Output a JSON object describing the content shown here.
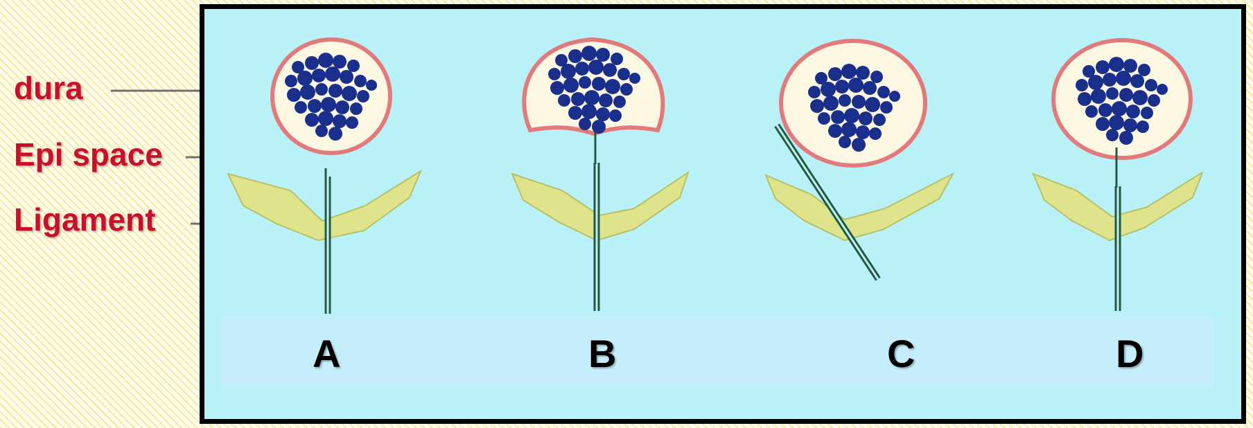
{
  "labels": {
    "dura": "dura",
    "epidural_space": "Epi space",
    "ligament": "Ligament"
  },
  "stages": [
    {
      "letter": "A"
    },
    {
      "letter": "B"
    },
    {
      "letter": "C"
    },
    {
      "letter": "D"
    }
  ],
  "colors": {
    "label_text": "#c8102e",
    "panel_background": "#b8f1f7",
    "dura_ring": "#e27a7c",
    "sac_fill": "#fbf7e3",
    "nerve_roots": "#1a2f8c",
    "ligament": "#dfe48c",
    "needle": "#1d5b44",
    "pointer_arrow": "#707070"
  },
  "icons": {
    "dura_sac": "dural-sac-icon",
    "nerve_roots": "nerve-root-cluster-icon",
    "ligament": "ligament-chevron-icon",
    "needle": "needle-icon"
  }
}
